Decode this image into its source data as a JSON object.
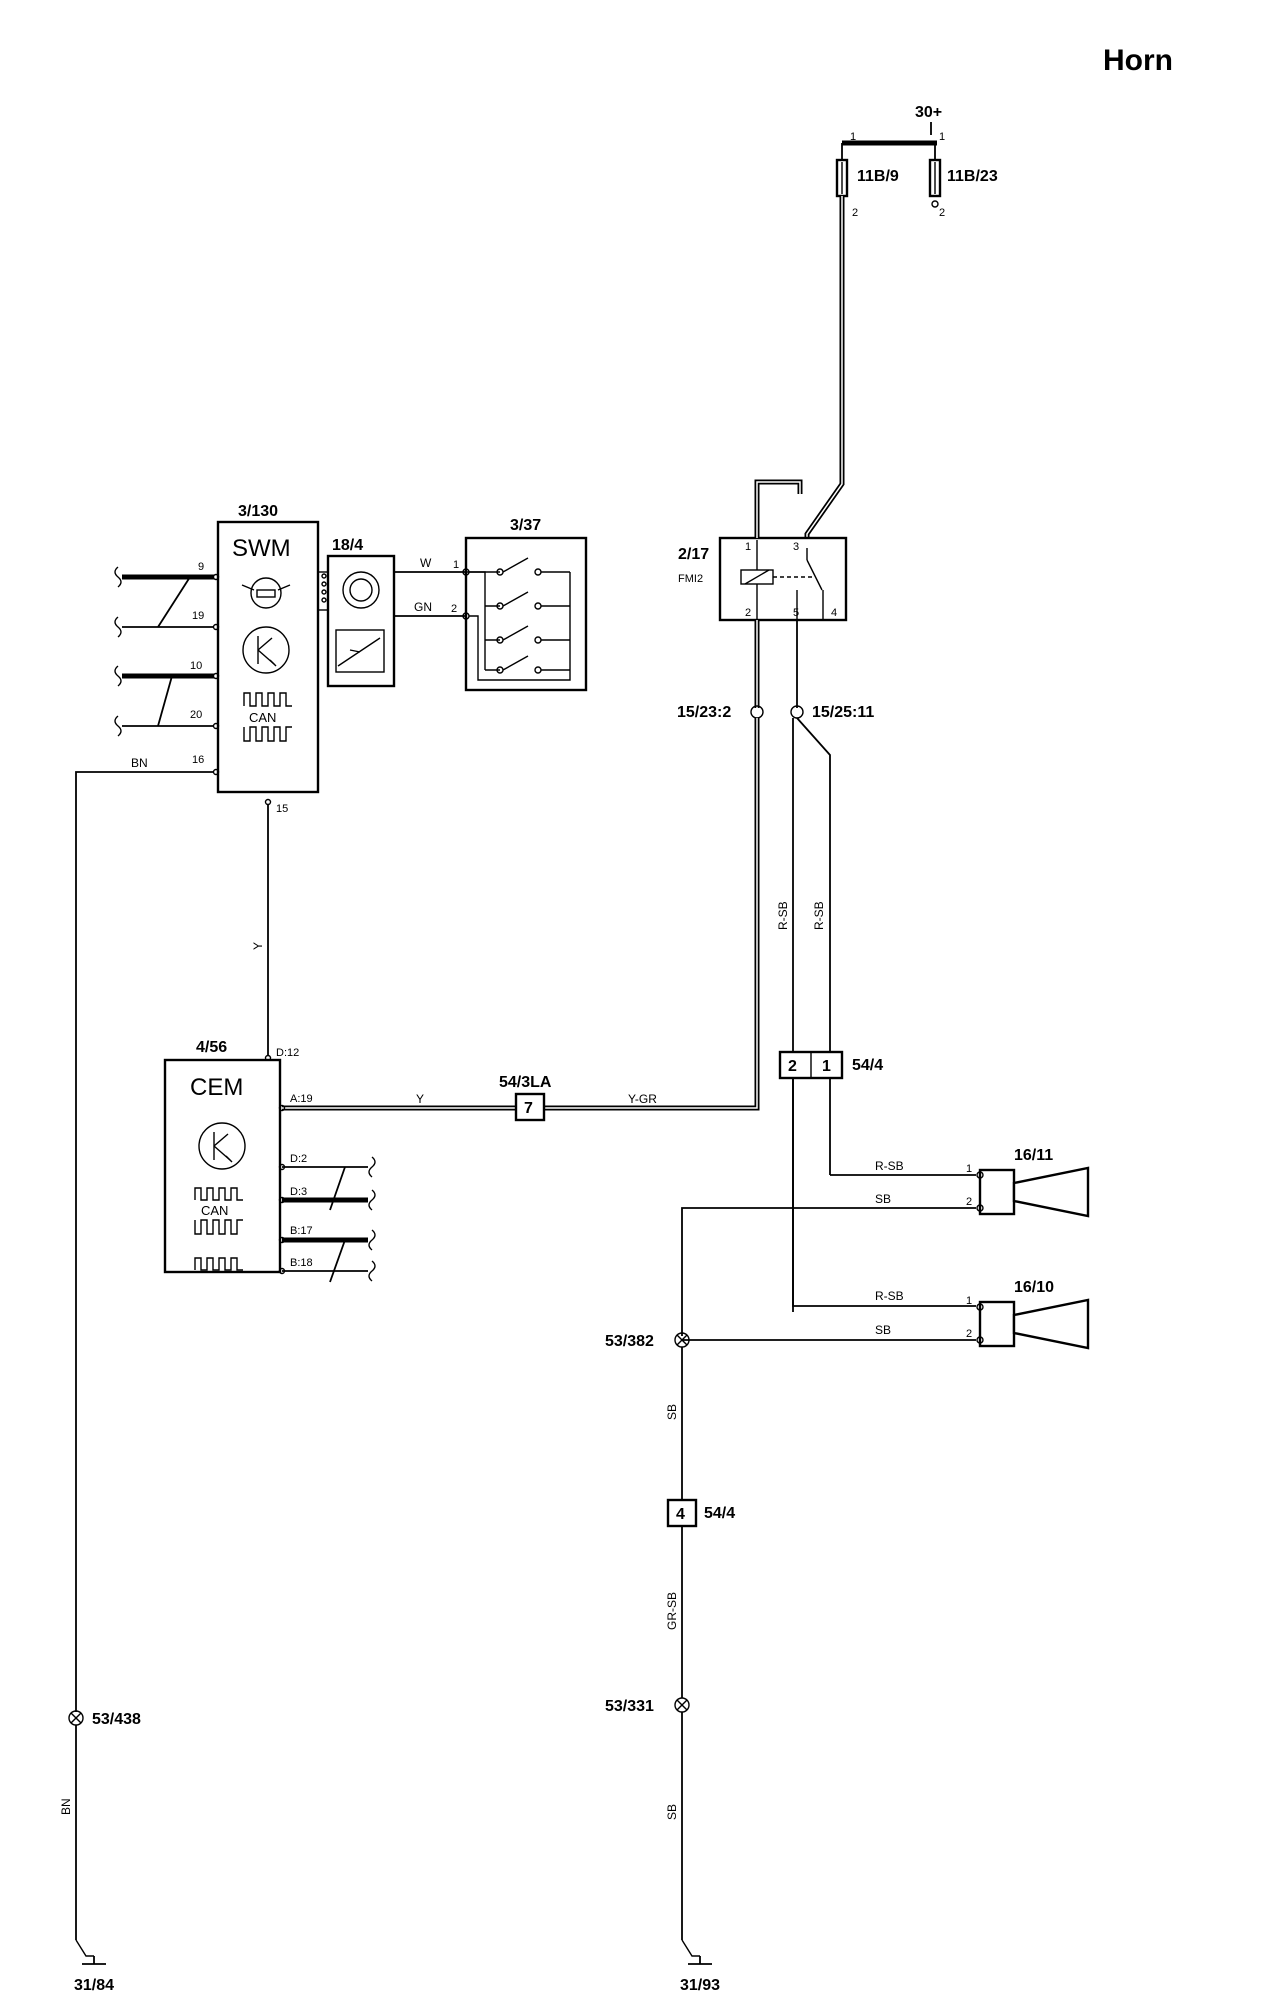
{
  "title": "Horn",
  "components": {
    "power": "30+",
    "fuse1": "11B/9",
    "fuse2": "11B/23",
    "relay": "2/17",
    "relay_label": "FMI2",
    "swm_ref": "3/130",
    "swm_label": "SWM",
    "switch_ref": "18/4",
    "horn_switch": "3/37",
    "cem_ref": "4/56",
    "cem_label": "CEM",
    "can_label": "CAN",
    "conn_3la": "54/3LA",
    "conn_3la_pin": "7",
    "conn_54_4": "54/4",
    "conn_54_4_pin2": "2",
    "conn_54_4_pin1": "1",
    "conn_54_4_pin4": "4",
    "splice_15_23": "15/23:2",
    "splice_15_25": "15/25:11",
    "horn1": "16/11",
    "horn2": "16/10",
    "ground_splice_1": "53/382",
    "ground_splice_2": "53/331",
    "ground_splice_3": "53/438",
    "ground1": "31/84",
    "ground2": "31/93"
  },
  "pins": {
    "fuse1_top": "1",
    "fuse1_bot": "2",
    "fuse2_top": "1",
    "fuse2_bot": "2",
    "relay_1": "1",
    "relay_3": "3",
    "relay_2": "2",
    "relay_5": "5",
    "relay_4": "4",
    "swm_9": "9",
    "swm_19": "19",
    "swm_10": "10",
    "swm_20": "20",
    "swm_16": "16",
    "swm_15": "15",
    "sw_1": "1",
    "sw_2": "2",
    "cem_d12": "D:12",
    "cem_a19": "A:19",
    "cem_d2": "D:2",
    "cem_d3": "D:3",
    "cem_b17": "B:17",
    "cem_b18": "B:18",
    "horn1_1": "1",
    "horn1_2": "2",
    "horn2_1": "1",
    "horn2_2": "2"
  },
  "wires": {
    "bn": "BN",
    "y": "Y",
    "w": "W",
    "gn": "GN",
    "ygr": "Y-GR",
    "rsb": "R-SB",
    "sb": "SB",
    "grsb": "GR-SB"
  }
}
